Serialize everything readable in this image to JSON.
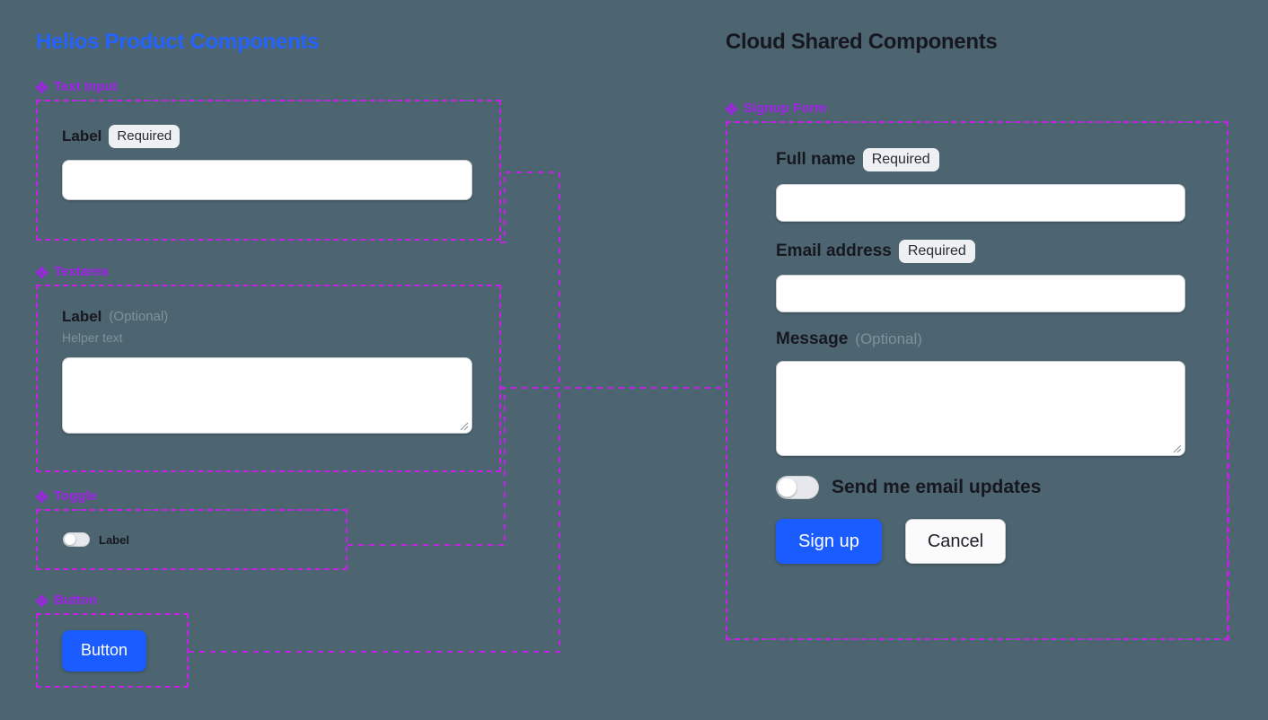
{
  "page": {
    "background_color": "#4c6570",
    "accent_dashed_color": "#c81fe8",
    "section_label_color": "#a020e8"
  },
  "left_column": {
    "title": "Helios Product Components",
    "title_color": "#2563ff",
    "sections": [
      {
        "label": "Text Input",
        "icon": "diamond-component-icon",
        "field": {
          "label": "Label",
          "badge": "Required",
          "input_value": "",
          "input_placeholder": ""
        }
      },
      {
        "label": "Textarea",
        "icon": "diamond-component-icon",
        "field": {
          "label": "Label",
          "optional_note": "(Optional)",
          "helper_text": "Helper text",
          "textarea_value": "",
          "textarea_placeholder": ""
        }
      },
      {
        "label": "Toggle",
        "icon": "diamond-component-icon",
        "field": {
          "toggle_label": "Label",
          "toggle_state": "off"
        }
      },
      {
        "label": "Button",
        "icon": "diamond-component-icon",
        "field": {
          "button_label": "Button",
          "button_color": "#1a5cff"
        }
      }
    ]
  },
  "right_column": {
    "title": "Cloud Shared Components",
    "title_color": "#17171f",
    "section": {
      "label": "Signup Form",
      "icon": "diamond-component-icon",
      "fields": {
        "full_name": {
          "label": "Full name",
          "badge": "Required",
          "value": "",
          "placeholder": ""
        },
        "email": {
          "label": "Email address",
          "badge": "Required",
          "value": "",
          "placeholder": ""
        },
        "message": {
          "label": "Message",
          "optional_note": "(Optional)",
          "value": "",
          "placeholder": ""
        },
        "updates_toggle": {
          "label": "Send me email updates",
          "state": "off"
        }
      },
      "actions": {
        "primary": "Sign up",
        "secondary": "Cancel"
      }
    }
  }
}
